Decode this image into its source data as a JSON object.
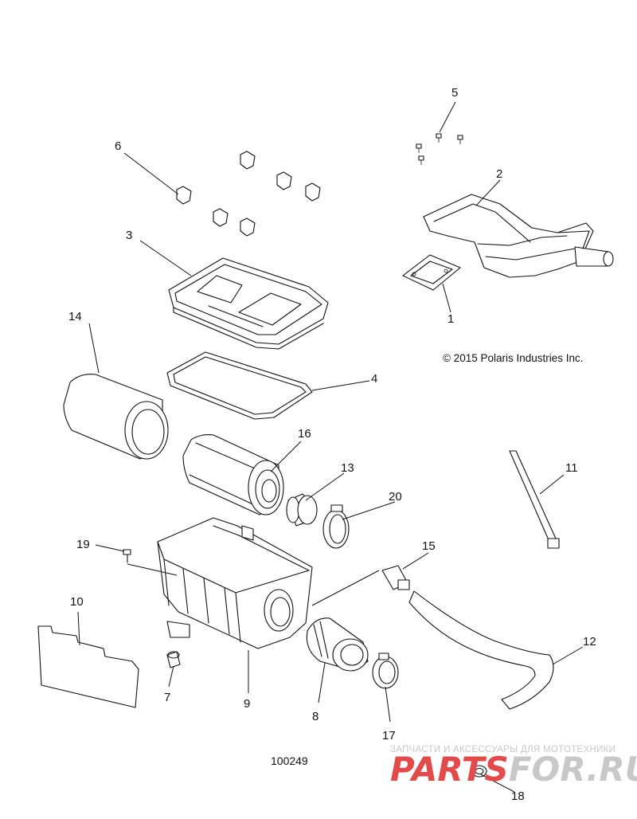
{
  "diagram": {
    "copyright": "© 2015 Polaris Industries Inc.",
    "reference_number": "100249",
    "callouts": [
      "1",
      "2",
      "3",
      "4",
      "5",
      "6",
      "7",
      "8",
      "9",
      "10",
      "11",
      "12",
      "13",
      "14",
      "15",
      "16",
      "17",
      "18",
      "19",
      "20"
    ]
  },
  "watermark": {
    "tagline": "ЗАПЧАСТИ И АКСЕССУАРЫ ДЛЯ МОТОТЕХНИКИ",
    "brand_part1": "PARTS",
    "brand_part2": "FOR.RU",
    "colors": {
      "red": "#e34b4b",
      "grey": "#c8c8c8"
    }
  }
}
